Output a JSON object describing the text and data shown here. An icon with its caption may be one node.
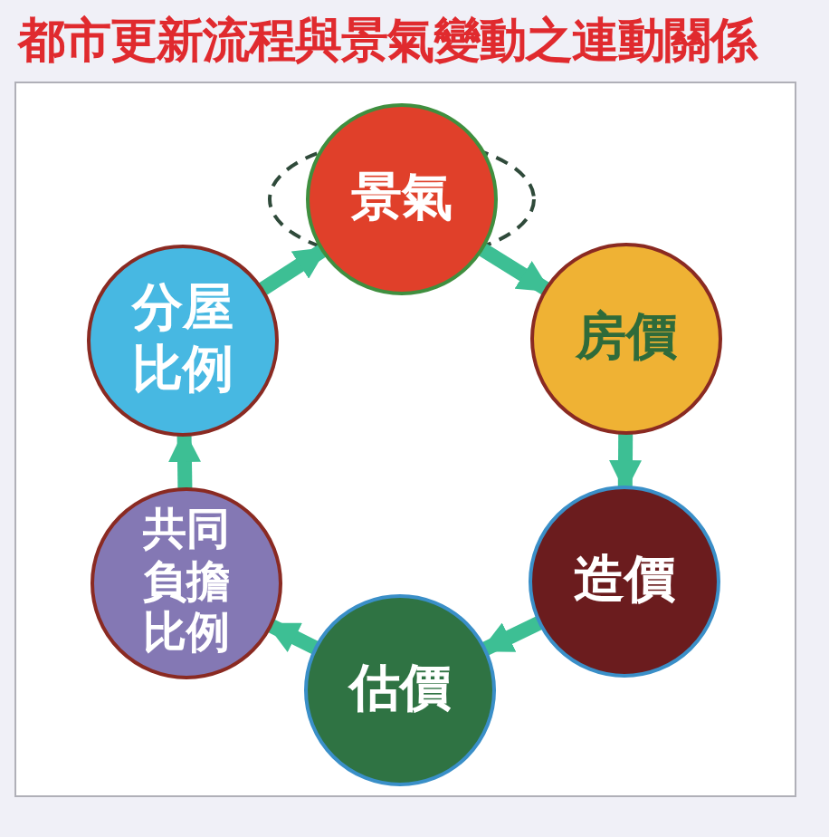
{
  "diagram": {
    "title": "都市更新流程與景氣變動之連動關係",
    "nodes": [
      {
        "text": [
          "景氣"
        ]
      },
      {
        "text": [
          "房價"
        ]
      },
      {
        "text": [
          "造價"
        ]
      },
      {
        "text": [
          "估價"
        ]
      },
      {
        "text": [
          "共同負擔比例"
        ]
      },
      {
        "text": [
          "分屋比例"
        ]
      }
    ],
    "edges": [
      {
        "from": 0,
        "to": 1,
        "arrow": "to"
      },
      {
        "from": 1,
        "to": 2,
        "arrow": "to"
      },
      {
        "from": 2,
        "to": 3,
        "arrow": "to"
      },
      {
        "from": 3,
        "to": 4,
        "arrow": "to"
      },
      {
        "from": 4,
        "to": 5,
        "arrow": "to"
      },
      {
        "from": 5,
        "to": 0,
        "arrow": "to"
      }
    ]
  }
}
